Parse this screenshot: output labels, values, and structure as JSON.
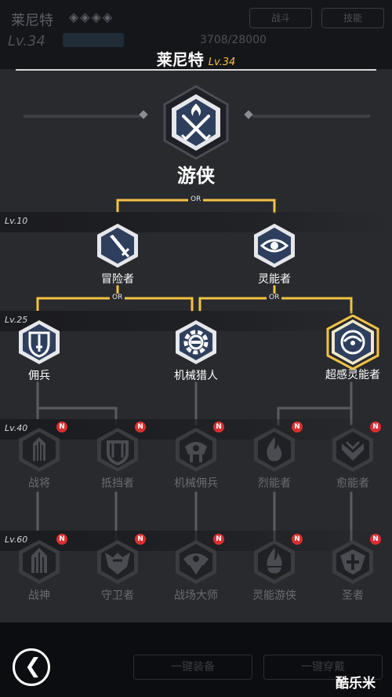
{
  "background": {
    "name": "莱尼特",
    "diamonds": "◈◈◈◈",
    "level": "Lv.34",
    "xp": "3708/28000",
    "btn1": "战斗",
    "btn2": "技能"
  },
  "header": {
    "character_name": "莱尼特",
    "level": "Lv.34"
  },
  "main_class": {
    "name": "游侠",
    "icon": "crossed-swords-flame-icon"
  },
  "level_markers": [
    "Lv.10",
    "Lv.25",
    "Lv.40",
    "Lv.60"
  ],
  "or_label": "OR",
  "tier1": [
    {
      "name": "冒险者",
      "icon": "sword-icon"
    },
    {
      "name": "灵能者",
      "icon": "eye-icon"
    }
  ],
  "tier2": [
    {
      "name": "佣兵",
      "icon": "shield-sword-icon"
    },
    {
      "name": "机械猎人",
      "icon": "gear-icon"
    },
    {
      "name": "超感灵能者",
      "icon": "psychic-orb-icon",
      "selected": true
    }
  ],
  "tier3": [
    {
      "name": "战将",
      "icon": "warlord-icon",
      "badge": "N"
    },
    {
      "name": "抵挡者",
      "icon": "guard-shield-icon",
      "badge": "N"
    },
    {
      "name": "机械佣兵",
      "icon": "mech-icon",
      "badge": "N"
    },
    {
      "name": "烈能者",
      "icon": "flame-icon",
      "badge": "N"
    },
    {
      "name": "愈能者",
      "icon": "healer-icon",
      "badge": "N"
    }
  ],
  "tier4": [
    {
      "name": "战神",
      "icon": "war-god-icon",
      "badge": "N"
    },
    {
      "name": "守卫者",
      "icon": "guardian-icon",
      "badge": "N"
    },
    {
      "name": "战场大师",
      "icon": "battle-master-icon",
      "badge": "N"
    },
    {
      "name": "灵能游侠",
      "icon": "psy-ranger-icon",
      "badge": "N"
    },
    {
      "name": "圣者",
      "icon": "saint-icon",
      "badge": "N"
    }
  ],
  "footer": {
    "back_icon": "back-arrow-icon",
    "back_glyph": "❮",
    "ghost_btn1": "一键装备",
    "ghost_btn2": "一键穿戴",
    "watermark": "酷乐米"
  },
  "colors": {
    "accent": "#f4c243",
    "hex_active": "#2e3f5e",
    "hex_locked": "#3a3c42",
    "badge": "#d8302f"
  }
}
